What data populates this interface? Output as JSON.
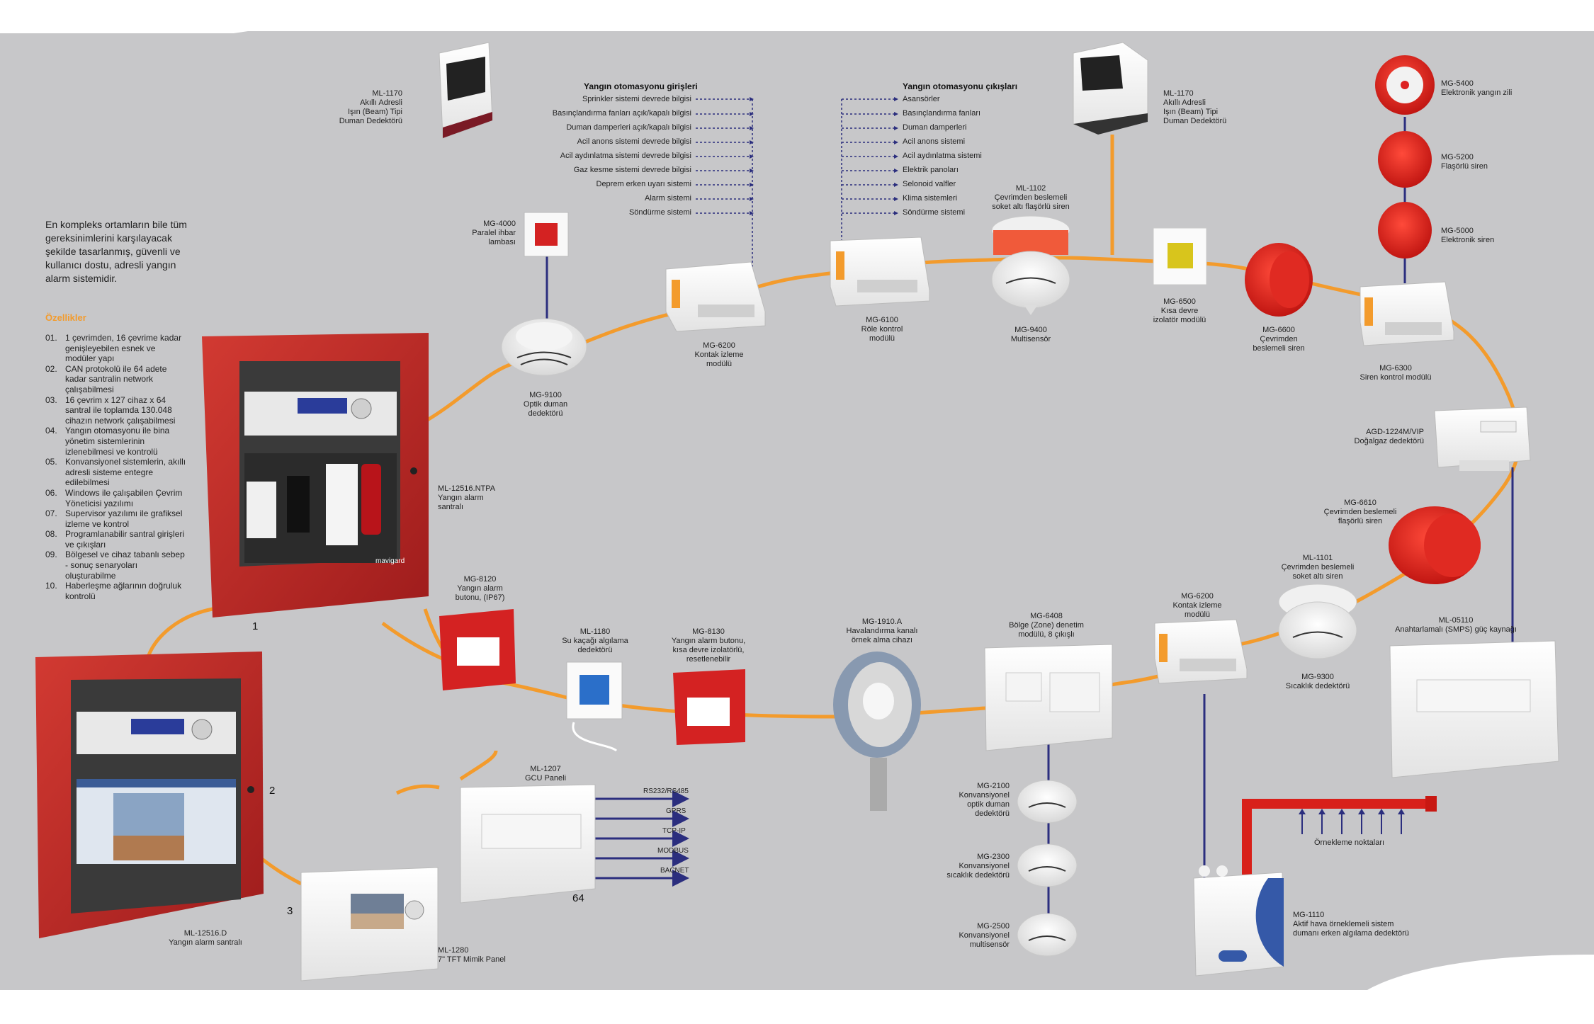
{
  "intro_text": "En kompleks ortamların bile tüm gereksinimlerini karşılayacak şekilde tasarlanmış, güvenli ve kullanıcı dostu, adresli yangın alarm sistemidir.",
  "features_title": "Özellikler",
  "features": [
    {
      "num": "01.",
      "text": "1 çevrimden, 16 çevrime kadar genişleyebilen esnek ve modüler yapı"
    },
    {
      "num": "02.",
      "text": "CAN protokolü ile 64 adete kadar santralin network çalışabilmesi"
    },
    {
      "num": "03.",
      "text": "16 çevrim x 127 cihaz x 64 santral ile toplamda 130.048 cihazın network çalışabilmesi"
    },
    {
      "num": "04.",
      "text": "Yangın otomasyonu ile bina yönetim sistemlerinin izlenebilmesi ve kontrolü"
    },
    {
      "num": "05.",
      "text": "Konvansiyonel sistemlerin, akıllı adresli sisteme entegre edilebilmesi"
    },
    {
      "num": "06.",
      "text": "Windows ile çalışabilen Çevrim Yöneticisi yazılımı"
    },
    {
      "num": "07.",
      "text": "Supervisor yazılımı ile grafiksel izleme ve kontrol"
    },
    {
      "num": "08.",
      "text": "Programlanabilir santral girişleri ve çıkışları"
    },
    {
      "num": "09.",
      "text": "Bölgesel ve cihaz tabanlı sebep - sonuç senaryoları oluşturabilme"
    },
    {
      "num": "10.",
      "text": "Haberleşme ağlarının doğruluk kontrolü"
    }
  ],
  "inputs": {
    "title": "Yangın otomasyonu girişleri",
    "items": [
      "Sprinkler sistemi devrede bilgisi",
      "Basınçlandırma fanları açık/kapalı bilgisi",
      "Duman damperleri açık/kapalı bilgisi",
      "Acil anons sistemi devrede bilgisi",
      "Acil aydınlatma sistemi devrede bilgisi",
      "Gaz kesme sistemi devrede bilgisi",
      "Deprem erken uyarı sistemi",
      "Alarm sistemi",
      "Söndürme sistemi"
    ]
  },
  "outputs": {
    "title": "Yangın otomasyonu çıkışları",
    "items": [
      "Asansörler",
      "Basınçlandırma fanları",
      "Duman damperleri",
      "Acil anons sistemi",
      "Acil aydınlatma sistemi",
      "Elektrik panoları",
      "Selonoid valfler",
      "Klima sistemleri",
      "Söndürme sistemi"
    ]
  },
  "protocols": [
    "RS232/RS485",
    "GPRS",
    "TCP-IP",
    "MODBUS",
    "BACNET"
  ],
  "panel_numbers": [
    "1",
    "2",
    "3",
    "64"
  ],
  "device_labels": {
    "ml1170_left": "ML-1170\nAkıllı Adresli\nIşın (Beam) Tipi\nDuman Dedektörü",
    "ml1170_right": "ML-1170\nAkıllı Adresli\nIşın (Beam) Tipi\nDuman Dedektörü",
    "mg5400": "MG-5400\nElektronik yangın zili",
    "mg5200": "MG-5200\nFlaşörlü siren",
    "mg5000": "MG-5000\nElektronik siren",
    "mg4000": "MG-4000\nParalel ihbar\nlambası",
    "ml1102": "ML-1102\nÇevrimden beslemeli\nsoket altı flaşörlü siren",
    "mg6200_top": "MG-6200\nKontak izleme\nmodülü",
    "mg6100": "MG-6100\nRöle kontrol\nmodülü",
    "mg9400": "MG-9400\nMultisensör",
    "mg6500": "MG-6500\nKısa devre\nizolatör modülü",
    "mg6600": "MG-6600\nÇevrimden\nbeslemeli siren",
    "mg6300": "MG-6300\nSiren kontrol modülü",
    "mg9100": "MG-9100\nOptik duman\ndedektörü",
    "agd1224": "AGD-1224M/VIP\nDoğalgaz dedektörü",
    "ml12516ntpa": "ML-12516.NTPA\nYangın alarm\nsantralı",
    "mg6610": "MG-6610\nÇevrimden beslemeli\nflaşörlü siren",
    "ml1101": "ML-1101\nÇevrimden beslemeli\nsoket altı siren",
    "mg8120": "MG-8120\nYangın alarm\nbutonu, (IP67)",
    "ml1180": "ML-1180\nSu kaçağı algılama\ndedektörü",
    "mg8130": "MG-8130\nYangın alarm butonu,\nkısa devre izolatörlü,\nresetlenebilir",
    "mg1910a": "MG-1910.A\nHavalandırma kanalı\nörnek alma cihazı",
    "mg6408": "MG-6408\nBölge (Zone) denetim\nmodülü, 8 çıkışlı",
    "mg6200_bottom": "MG-6200\nKontak izleme\nmodülü",
    "ml05110": "ML-05110\nAnahtarlamalı (SMPS) güç kaynağı",
    "mg9300": "MG-9300\nSıcaklık dedektörü",
    "ml1207": "ML-1207\nGCU Paneli",
    "mg2100": "MG-2100\nKonvansiyonel\noptik duman\ndedektörü",
    "mg2300": "MG-2300\nKonvansiyonel\nsıcaklık dedektörü",
    "mg2500": "MG-2500\nKonvansiyonel\nmultisensör",
    "ml12516d": "ML-12516.D\nYangın alarm santralı",
    "ml1280": "ML-1280\n7\" TFT Mimik Panel",
    "ornekleme": "Örnekleme noktaları",
    "mg1110": "MG-1110\nAktif hava örneklemeli sistem\ndumanı erken algılama dedektörü"
  },
  "brand_text": "mavigard",
  "colors": {
    "background": "#c7c7c9",
    "loop": "#f39b2c",
    "wire": "#2b2e7e",
    "panel_red": "#c0202a",
    "accent_orange": "#f39b2c"
  }
}
